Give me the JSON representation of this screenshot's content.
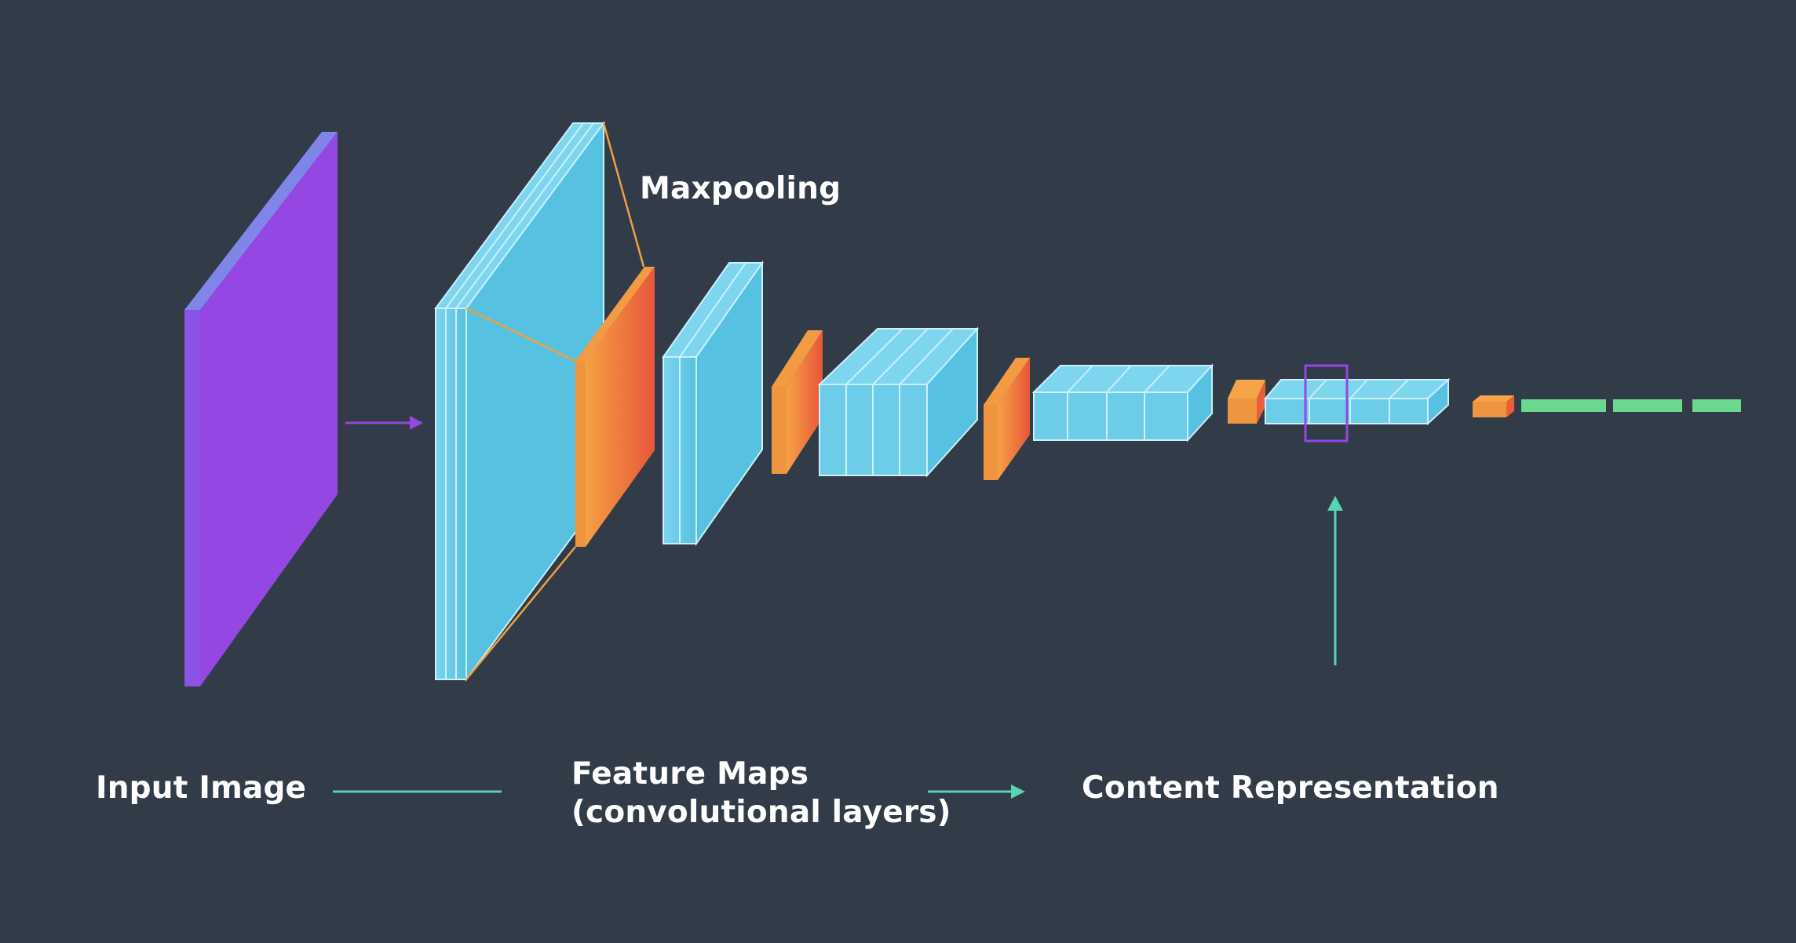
{
  "labels": {
    "maxpooling": "Maxpooling",
    "input_image": "Input Image",
    "feature_maps_line1": "Feature Maps",
    "feature_maps_line2": "(convolutional layers)",
    "content_representation": "Content Representation"
  },
  "colors": {
    "background": "#323b48",
    "input_image": "#9447e2",
    "conv_layer": "#56c1e0",
    "maxpool_layer": "#ee7a3a",
    "fully_connected": "#6ad98f",
    "arrow_input": "#9447e2",
    "arrow_flow": "#57d3b5",
    "content_highlight": "#9447e2",
    "label_text": "#ffffff"
  }
}
